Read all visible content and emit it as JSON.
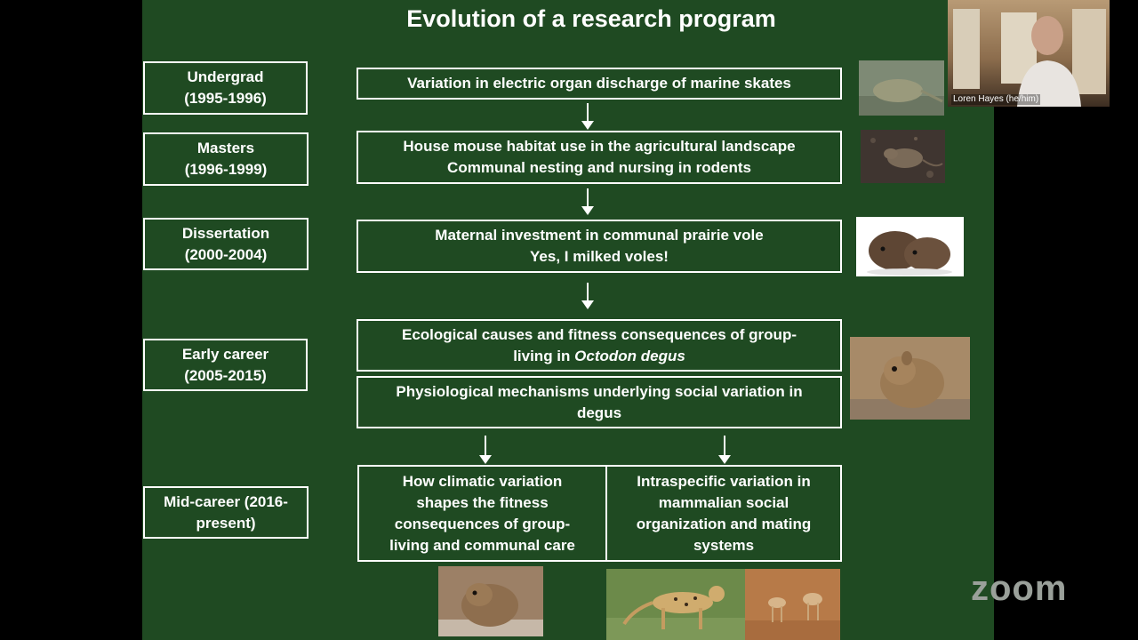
{
  "slide": {
    "title": "Evolution of a research program",
    "stages": [
      {
        "label_line1": "Undergrad",
        "label_line2": "(1995-1996)"
      },
      {
        "label_line1": "Masters",
        "label_line2": "(1996-1999)"
      },
      {
        "label_line1": "Dissertation",
        "label_line2": "(2000-2004)"
      },
      {
        "label_line1": "Early career",
        "label_line2": "(2005-2015)"
      },
      {
        "label_line1": "Mid-career (2016-",
        "label_line2": "present)"
      }
    ],
    "topics": {
      "undergrad": "Variation in electric organ discharge of marine skates",
      "masters_line1": "House mouse habitat use in the agricultural landscape",
      "masters_line2": "Communal nesting and nursing in rodents",
      "dissertation_line1": "Maternal investment in communal prairie vole",
      "dissertation_line2": "Yes, I milked voles!",
      "early1_line1": "Ecological causes and fitness consequences of group-",
      "early1_line2_prefix": "living in ",
      "early1_line2_italic": "Octodon degus",
      "early2_line1": "Physiological mechanisms underlying social variation in",
      "early2_line2": "degus",
      "mid_left_line1": "How climatic variation",
      "mid_left_line2": "shapes the fitness",
      "mid_left_line3": "consequences of group-",
      "mid_left_line4": "living and communal care",
      "mid_right_line1": "Intraspecific variation in",
      "mid_right_line2": "mammalian social",
      "mid_right_line3": "organization and mating",
      "mid_right_line4": "systems"
    }
  },
  "video": {
    "participant_name": "Loren Hayes (he/him)"
  },
  "branding": {
    "logo_text": "zoom"
  },
  "colors": {
    "slide_bg": "#1f4a22",
    "window_bg": "#000000",
    "text": "#ffffff"
  }
}
